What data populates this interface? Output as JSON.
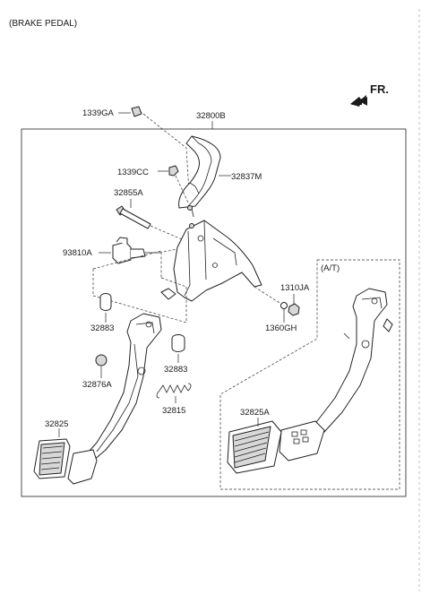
{
  "header": {
    "title": "(BRAKE PEDAL)"
  },
  "direction": {
    "label": "FR.",
    "icon": "front-direction-arrow-icon"
  },
  "assembly": {
    "main_label": "32800B"
  },
  "at_group": {
    "label": "(A/T)"
  },
  "parts": {
    "p1339GA": "1339GA",
    "p1339CC": "1339CC",
    "p32837M": "32837M",
    "p32855A": "32855A",
    "p93810A": "93810A",
    "p1310JA": "1310JA",
    "p1360GH": "1360GH",
    "p32883a": "32883",
    "p32883b": "32883",
    "p32876A": "32876A",
    "p32815": "32815",
    "p32825": "32825",
    "p32825A": "32825A"
  }
}
